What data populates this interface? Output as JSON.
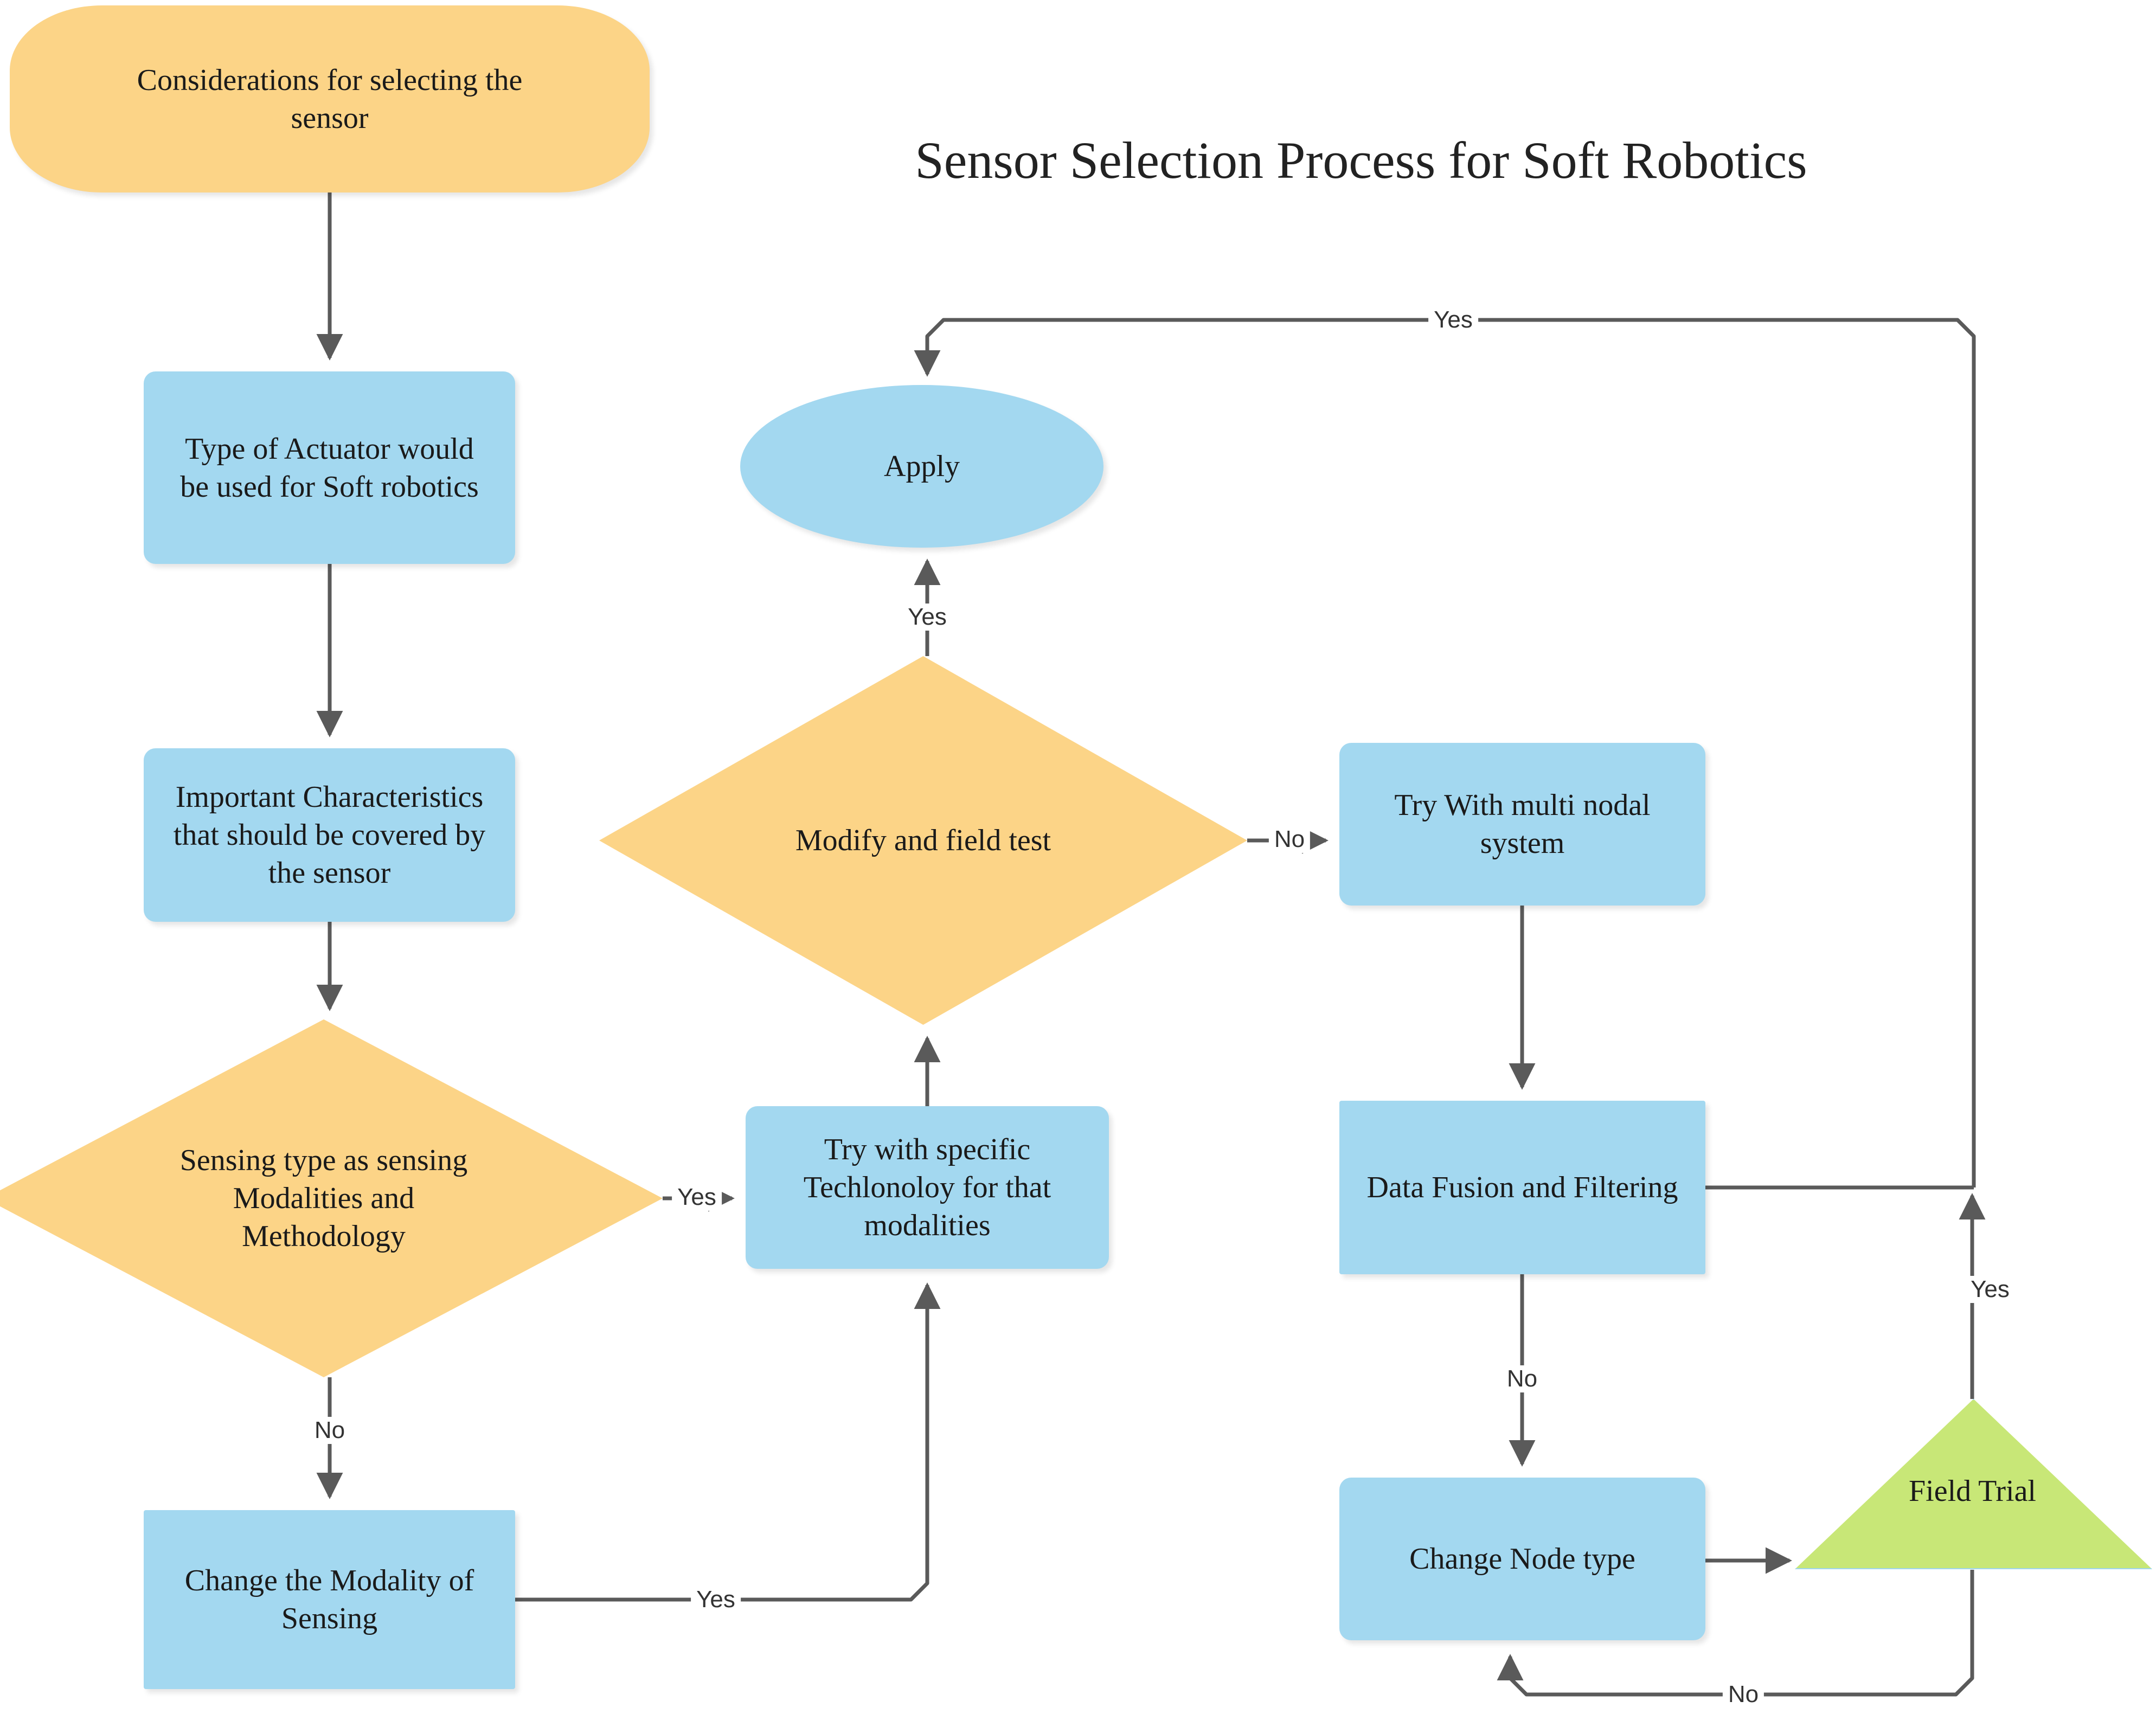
{
  "title": "Sensor Selection Process for Soft Robotics",
  "colors": {
    "process_fill": "#a3d8f0",
    "decision_fill": "#fcd487",
    "terminal_fill": "#fcd487",
    "trial_fill": "#c8e777",
    "edge_stroke": "#5a5a5a",
    "text": "#1a1a1a",
    "background": "#ffffff"
  },
  "chart_data": {
    "type": "flowchart",
    "title": "Sensor Selection Process for Soft Robotics",
    "nodes": [
      {
        "id": "considerations",
        "shape": "terminal",
        "label": "Considerations for selecting the\nsensor",
        "color": "#fcd487"
      },
      {
        "id": "actuator",
        "shape": "process",
        "label": "Type of Actuator would\nbe used for Soft robotics",
        "color": "#a3d8f0"
      },
      {
        "id": "characteristics",
        "shape": "process",
        "label": "Important Characteristics\nthat should be covered by\nthe sensor",
        "color": "#a3d8f0"
      },
      {
        "id": "sensing_type",
        "shape": "decision",
        "label": "Sensing type as sensing\nModalities and\nMethodology",
        "color": "#fcd487"
      },
      {
        "id": "change_modality",
        "shape": "process",
        "label": "Change the Modality of\nSensing",
        "color": "#a3d8f0"
      },
      {
        "id": "try_specific",
        "shape": "process",
        "label": "Try with specific\nTechlonoloy for that\nmodalities",
        "color": "#a3d8f0"
      },
      {
        "id": "modify_test",
        "shape": "decision",
        "label": "Modify and field test",
        "color": "#fcd487"
      },
      {
        "id": "apply",
        "shape": "ellipse",
        "label": "Apply",
        "color": "#a3d8f0"
      },
      {
        "id": "multi_nodal",
        "shape": "process",
        "label": "Try With multi nodal\nsystem",
        "color": "#a3d8f0"
      },
      {
        "id": "data_fusion",
        "shape": "process",
        "label": "Data Fusion and Filtering",
        "color": "#a3d8f0"
      },
      {
        "id": "change_node",
        "shape": "process",
        "label": "Change Node type",
        "color": "#a3d8f0"
      },
      {
        "id": "field_trial",
        "shape": "triangle",
        "label": "Field Trial",
        "color": "#c8e777"
      }
    ],
    "edges": [
      {
        "from": "considerations",
        "to": "actuator",
        "label": ""
      },
      {
        "from": "actuator",
        "to": "characteristics",
        "label": ""
      },
      {
        "from": "characteristics",
        "to": "sensing_type",
        "label": ""
      },
      {
        "from": "sensing_type",
        "to": "try_specific",
        "label": "Yes"
      },
      {
        "from": "sensing_type",
        "to": "change_modality",
        "label": "No"
      },
      {
        "from": "change_modality",
        "to": "try_specific",
        "label": "Yes"
      },
      {
        "from": "try_specific",
        "to": "modify_test",
        "label": ""
      },
      {
        "from": "modify_test",
        "to": "apply",
        "label": "Yes"
      },
      {
        "from": "modify_test",
        "to": "multi_nodal",
        "label": "No"
      },
      {
        "from": "multi_nodal",
        "to": "data_fusion",
        "label": ""
      },
      {
        "from": "data_fusion",
        "to": "apply",
        "label": "Yes"
      },
      {
        "from": "data_fusion",
        "to": "change_node",
        "label": "No"
      },
      {
        "from": "change_node",
        "to": "field_trial",
        "label": ""
      },
      {
        "from": "field_trial",
        "to": "apply",
        "label": "Yes"
      },
      {
        "from": "field_trial",
        "to": "change_node",
        "label": "No"
      }
    ]
  },
  "nodes": {
    "considerations": {
      "label": "Considerations for selecting the\nsensor"
    },
    "actuator": {
      "label": "Type of Actuator would\nbe used for Soft robotics"
    },
    "characteristics": {
      "label": "Important Characteristics\nthat should be covered by\nthe sensor"
    },
    "sensing_type": {
      "label": "Sensing type as sensing\nModalities and\nMethodology"
    },
    "change_modality": {
      "label": "Change the Modality of\nSensing"
    },
    "try_specific": {
      "label": "Try with specific\nTechlonoloy for that\nmodalities"
    },
    "modify_test": {
      "label": "Modify and field test"
    },
    "apply": {
      "label": "Apply"
    },
    "multi_nodal": {
      "label": "Try With multi nodal\nsystem"
    },
    "data_fusion": {
      "label": "Data Fusion and Filtering"
    },
    "change_node": {
      "label": "Change Node type"
    },
    "field_trial": {
      "label": "Field Trial"
    }
  },
  "edge_labels": {
    "top_loop_yes": "Yes",
    "modify_to_apply_yes": "Yes",
    "modify_to_multinodal_no": "No",
    "sensing_yes": "Yes",
    "sensing_no": "No",
    "change_modality_yes": "Yes",
    "data_fusion_no": "No",
    "field_trial_yes": "Yes",
    "field_trial_no": "No"
  }
}
